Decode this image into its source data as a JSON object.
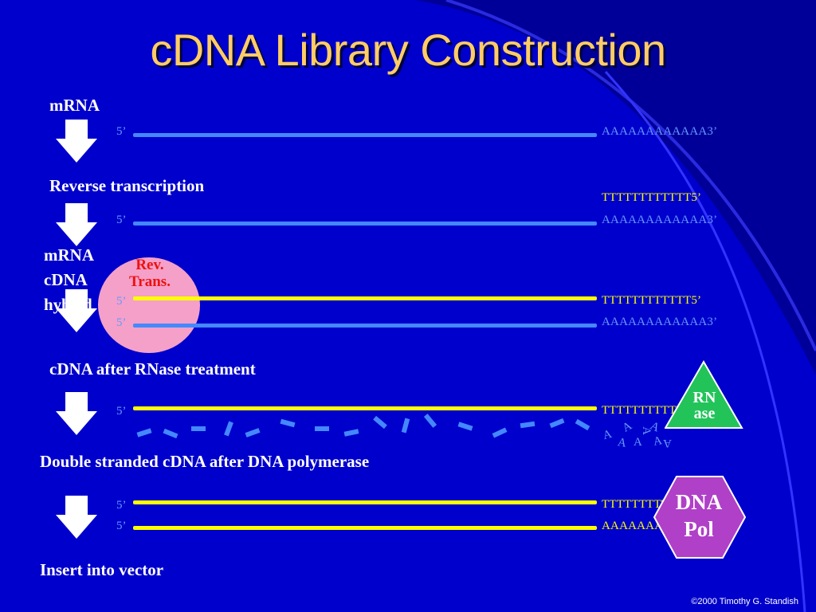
{
  "slide": {
    "title": "cDNA Library Construction",
    "copyright": "©2000 Timothy G. Standish"
  },
  "steps": {
    "mrna": "mRNA",
    "reverse_transcription": "Reverse transcription",
    "hybrid_line1": "mRNA",
    "hybrid_line2": "cDNA",
    "hybrid_line3": "hybrid",
    "rnase": "cDNA after RNase treatment",
    "dna_polymerase": "Double stranded cDNA after DNA polymerase",
    "vector": "Insert into vector"
  },
  "strands": {
    "five_prime": "5’",
    "poly_a": "AAAAAAAAAAAA3’",
    "poly_t": "TTTTTTTTTTTT5’",
    "loose_a": "A"
  },
  "enzymes": {
    "rev_trans_line1": "Rev.",
    "rev_trans_line2": "Trans.",
    "rnase_line1": "RN",
    "rnase_line2": "ase",
    "dna_pol_line1": "DNA",
    "dna_pol_line2": "Pol"
  },
  "colors": {
    "background": "#0000cc",
    "title": "#ffcc66",
    "rna_strand": "#4488ff",
    "dna_strand": "#ffff00",
    "rev_trans": "#f4a0c8",
    "rnase": "#22c45a",
    "dna_pol": "#b040c8"
  },
  "icons": [
    "down-arrow-icon"
  ]
}
